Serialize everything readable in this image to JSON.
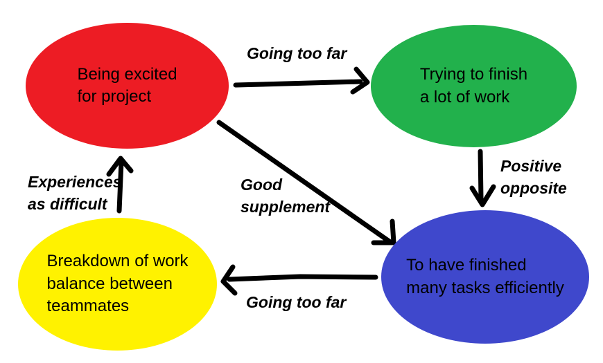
{
  "diagram": {
    "background": "#ffffff",
    "arrow_color": "#000000",
    "text_color": "#000000"
  },
  "nodes": {
    "excited": {
      "text": "Being excited\nfor project",
      "color": "#ed1c24"
    },
    "finish_work": {
      "text": "Trying to finish\na lot of work",
      "color": "#22b14c"
    },
    "finished_tasks": {
      "text": "To have finished\nmany tasks efficiently",
      "color": "#3f48cc"
    },
    "work_breakdown": {
      "text": "Breakdown of work\nbalance between\nteammates",
      "color": "#fff200"
    }
  },
  "edges": {
    "excited_to_finish_work": {
      "label": "Going too far"
    },
    "finish_work_to_finished_tasks": {
      "label": "Positive\nopposite"
    },
    "excited_to_finished_tasks": {
      "label": "Good\nsupplement"
    },
    "finished_tasks_to_work_breakdown": {
      "label": "Going too far"
    },
    "work_breakdown_to_excited": {
      "label": "Experiences\nas difficult"
    }
  }
}
